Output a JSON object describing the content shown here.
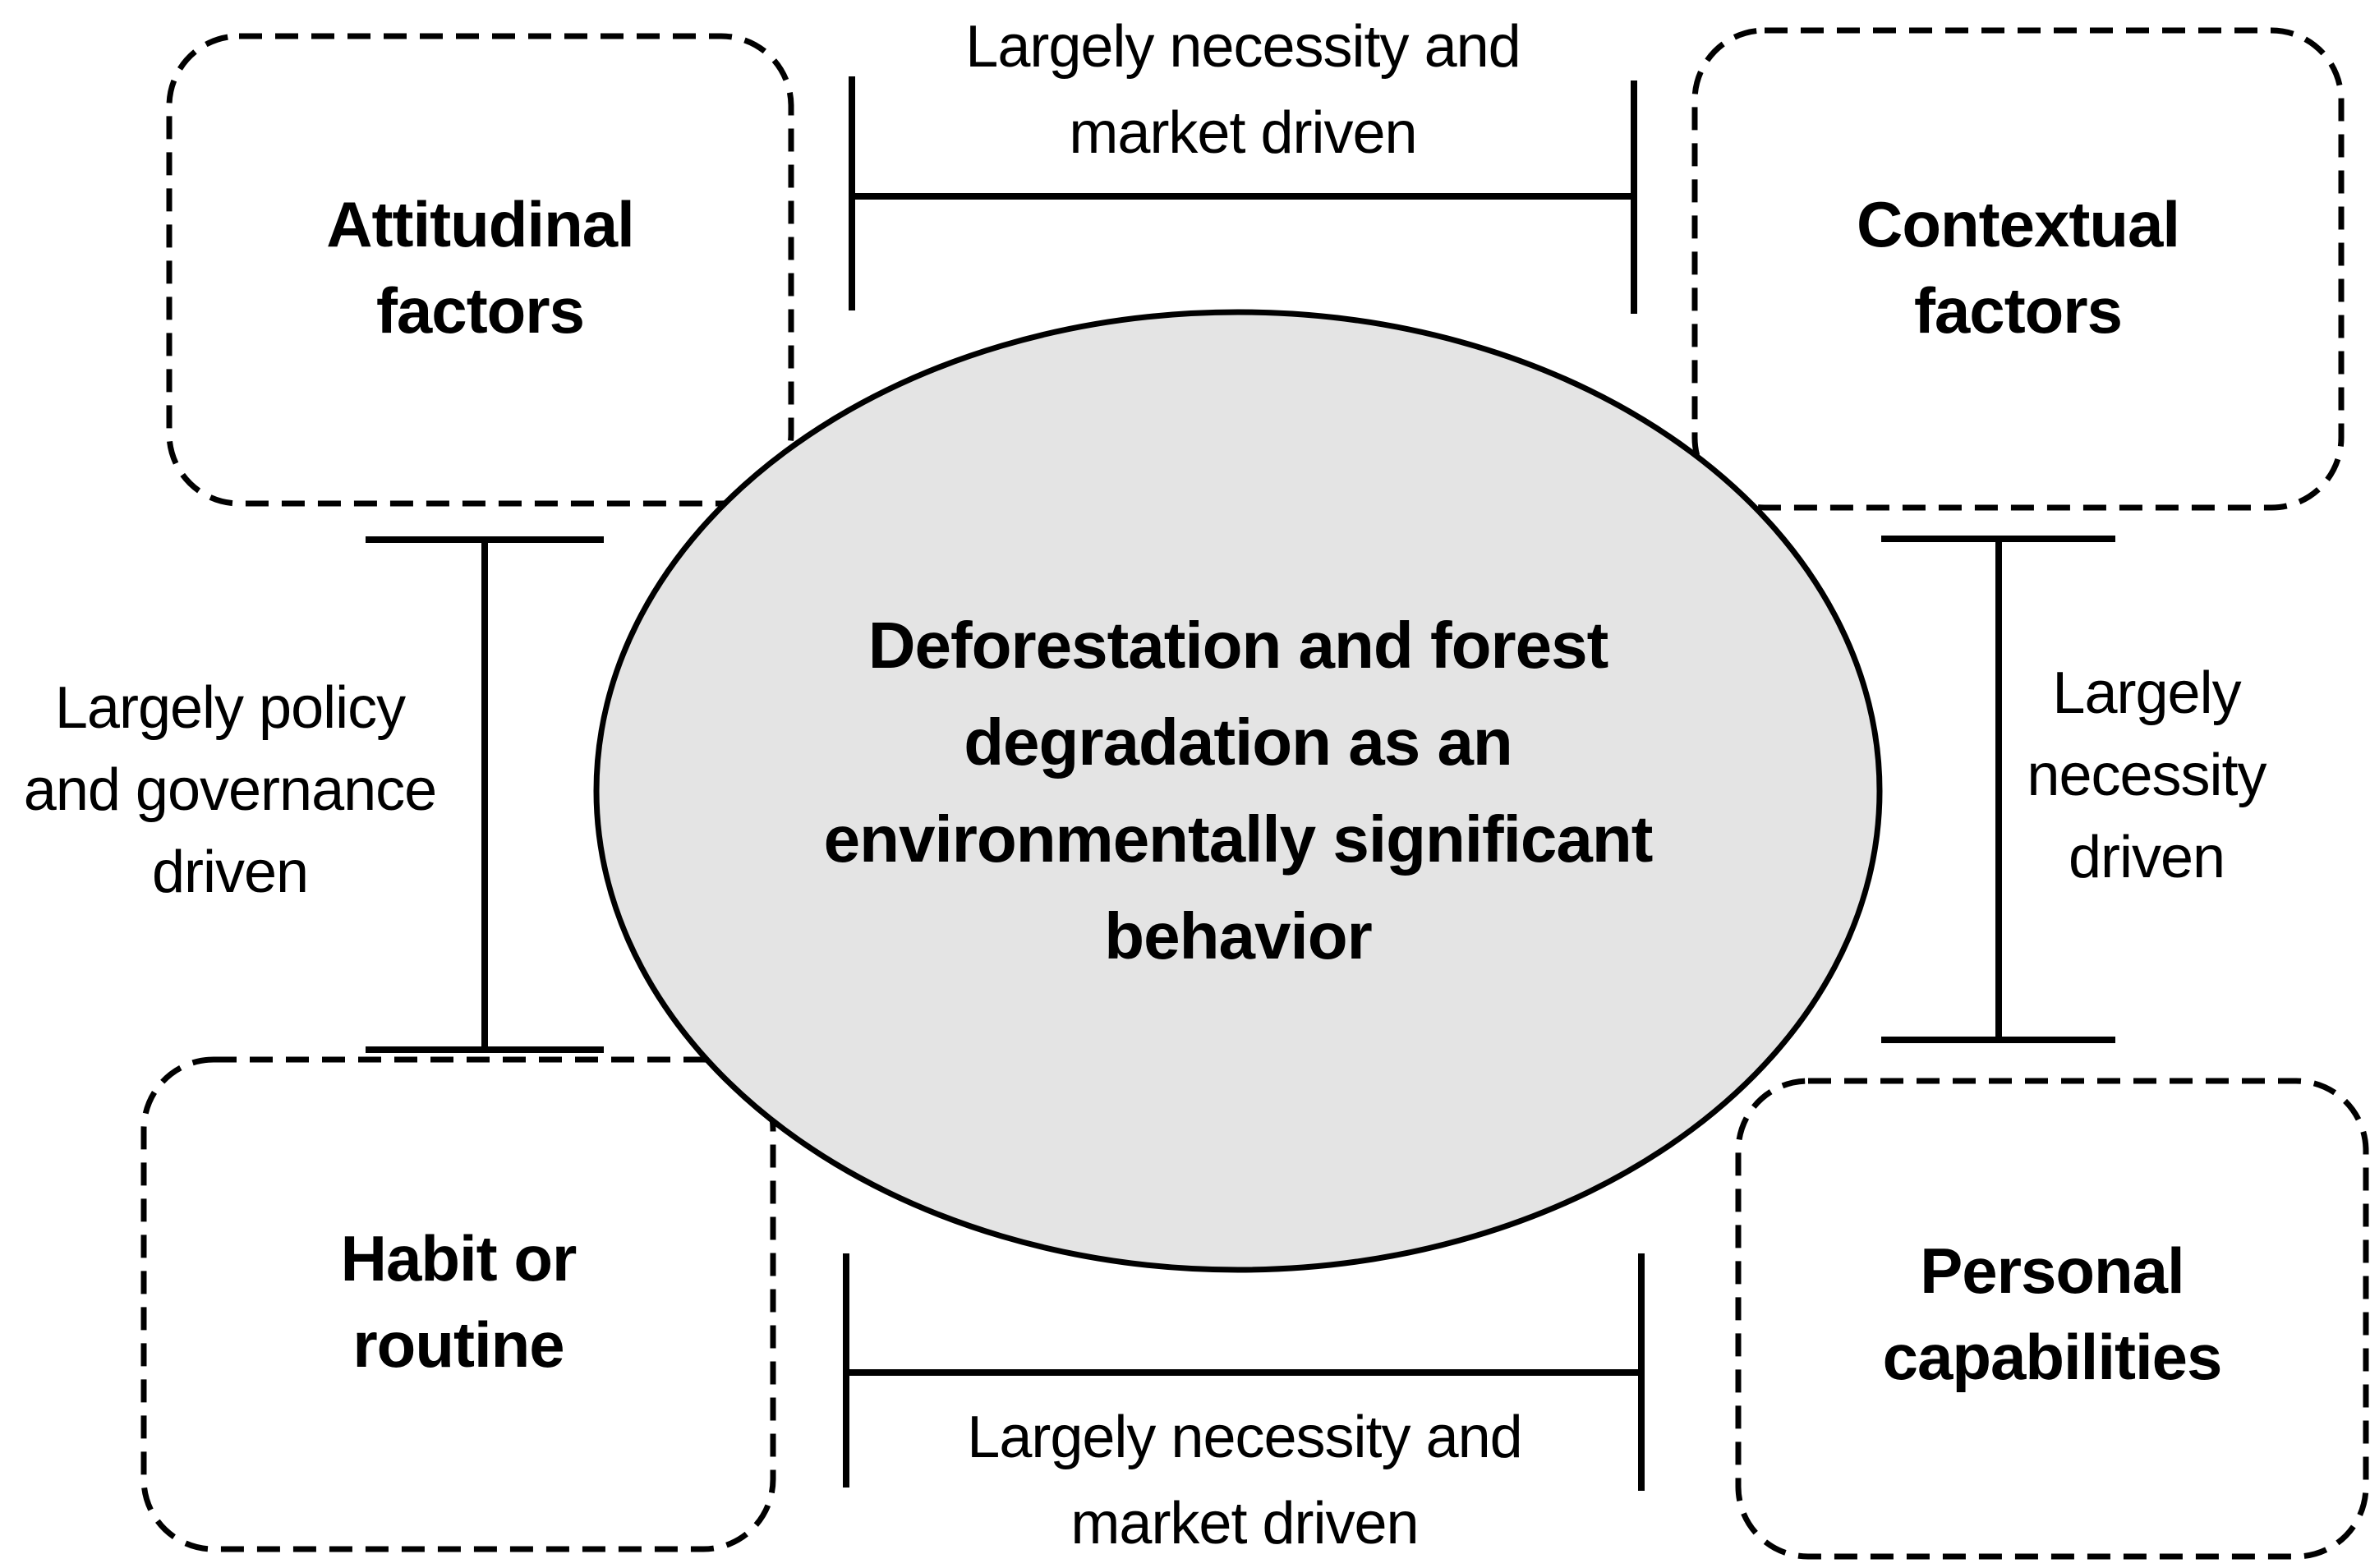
{
  "diagram": {
    "title_hint": "Deforestation and forest degradation as an environmentally significant behavior - driving factors",
    "colors": {
      "background": "#ffffff",
      "ellipse_fill": "#e4e4e4",
      "stroke": "#000000",
      "text": "#000000"
    },
    "center_ellipse": {
      "lines": [
        "Deforestation and forest",
        "degradation as an",
        "environmentally significant",
        "behavior"
      ]
    },
    "boxes": {
      "attitudinal": {
        "lines": [
          "Attitudinal",
          "factors"
        ]
      },
      "contextual": {
        "lines": [
          "Contextual",
          "factors"
        ]
      },
      "habit": {
        "lines": [
          "Habit or",
          "routine"
        ]
      },
      "personal": {
        "lines": [
          "Personal",
          "capabilities"
        ]
      }
    },
    "connectors": {
      "top": {
        "lines": [
          "Largely necessity and",
          "market driven"
        ]
      },
      "bottom": {
        "lines": [
          "Largely necessity and",
          "market driven"
        ]
      },
      "left": {
        "lines": [
          "Largely policy",
          "and governance",
          "driven"
        ]
      },
      "right": {
        "lines": [
          "Largely",
          "necessity",
          "driven"
        ]
      }
    }
  }
}
